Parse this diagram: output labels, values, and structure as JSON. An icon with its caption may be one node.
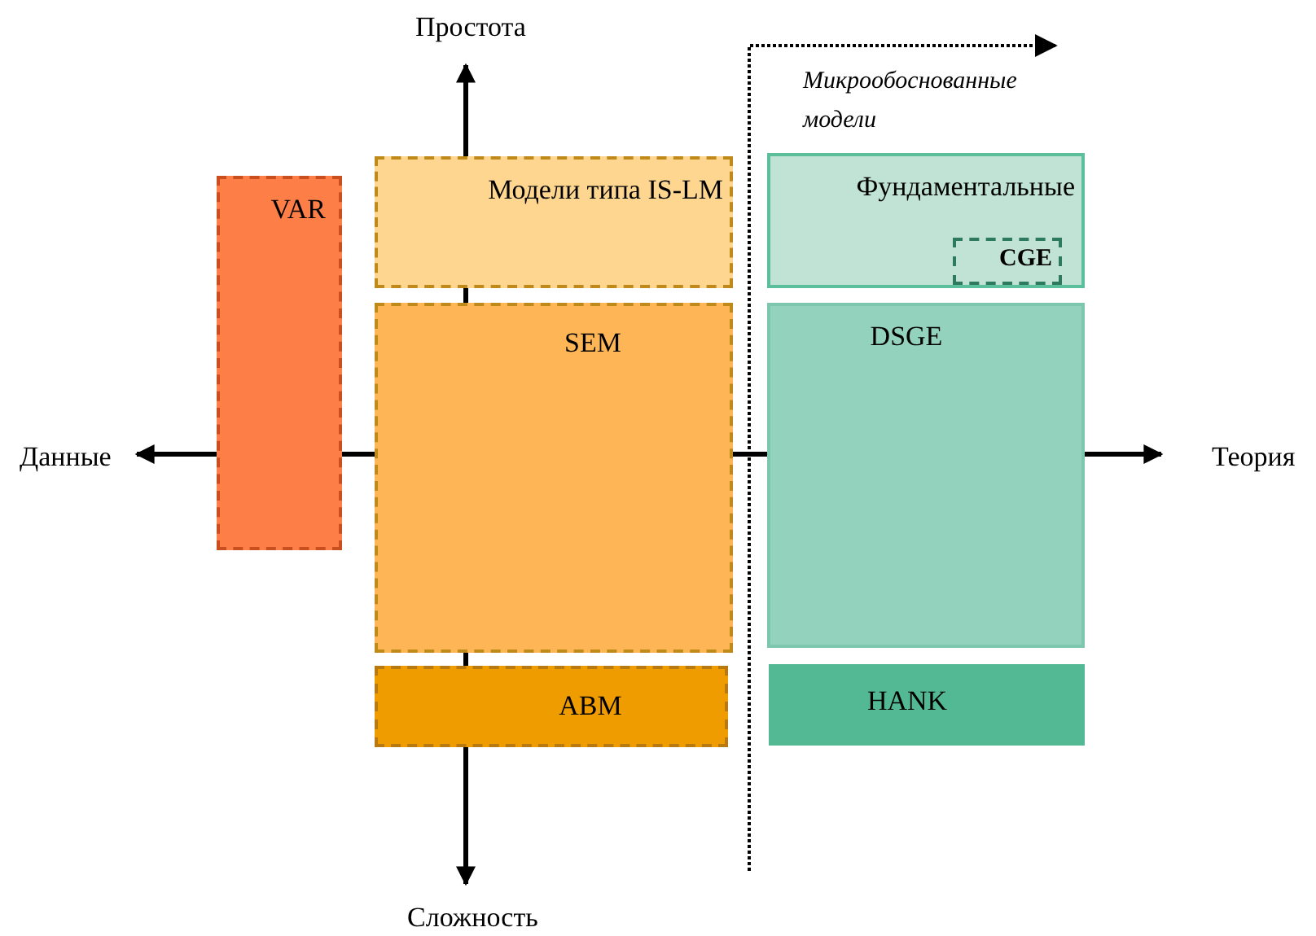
{
  "diagram": {
    "nodes": [
      {
        "text": [
          "VAR"
        ]
      },
      {
        "text": [
          "Модели типа IS-LM"
        ]
      },
      {
        "text": [
          "SEM"
        ]
      },
      {
        "text": [
          "ABM"
        ]
      },
      {
        "text": [
          "Фундаментальные"
        ]
      },
      {
        "text": [
          "CGE"
        ],
        "in": 4
      },
      {
        "text": [
          "DSGE"
        ]
      },
      {
        "text": [
          "HANK"
        ]
      }
    ],
    "edges": [],
    "labels": [
      "Простота",
      "Микрообоснованные модели",
      "Данные",
      "Теория",
      "Сложность"
    ]
  }
}
